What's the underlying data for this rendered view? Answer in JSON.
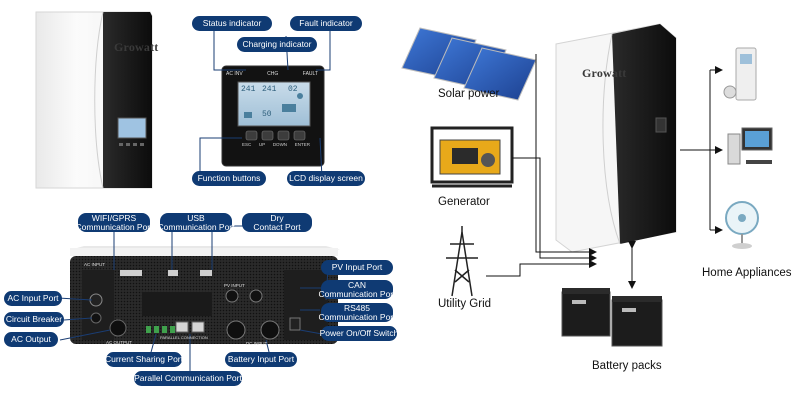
{
  "brand": "Growatt",
  "display_panel": {
    "status_indicator": "Status indicator",
    "fault_indicator": "Fault indicator",
    "charging_indicator": "Charging indicator",
    "function_buttons": "Function buttons",
    "lcd_display_screen": "LCD display screen",
    "panel_leds": {
      "ac": "AC INV",
      "chg": "CHG",
      "fault": "FAULT"
    },
    "lcd_readouts": [
      "241",
      "241",
      "02",
      "50"
    ],
    "button_labels": [
      "ESC",
      "UP",
      "DOWN",
      "ENTER"
    ]
  },
  "bottom_panel": {
    "wifi_gprs_port": [
      "WIFI/GPRS",
      "Communication Port"
    ],
    "usb_port": [
      "USB",
      "Communication Port"
    ],
    "dry_contact_port": [
      "Dry",
      "Contact Port"
    ],
    "pv_input_port": "PV Input Port",
    "can_port": [
      "CAN",
      "Communication Port"
    ],
    "rs485_port": [
      "RS485",
      "Communication Port"
    ],
    "power_switch": "Power On/Off Switch",
    "ac_input_port": "AC Input Port",
    "circuit_breaker": "Circuit Breaker",
    "ac_output": "AC Output",
    "current_sharing_port": "Current Sharing Port",
    "battery_input_port": "Battery Input Port",
    "parallel_comm_port": "Parallel Communication Port",
    "panel_texts": {
      "ac_input": "AC INPUT",
      "ac_output": "AC OUTPUT",
      "pv_input": "PV INPUT",
      "dc_input": "DC INPUT",
      "parallel": "PARALLEL CONNECTION"
    }
  },
  "system_diagram": {
    "solar_power": "Solar power",
    "generator": "Generator",
    "utility_grid": "Utility Grid",
    "battery_packs": "Battery packs",
    "home_appliances": "Home Appliances"
  },
  "colors": {
    "label_bg": "#0f3a73",
    "label_text": "#ffffff",
    "leader_line": "#1a3d73",
    "device_white": "#f4f4f4",
    "device_black": "#141414"
  }
}
